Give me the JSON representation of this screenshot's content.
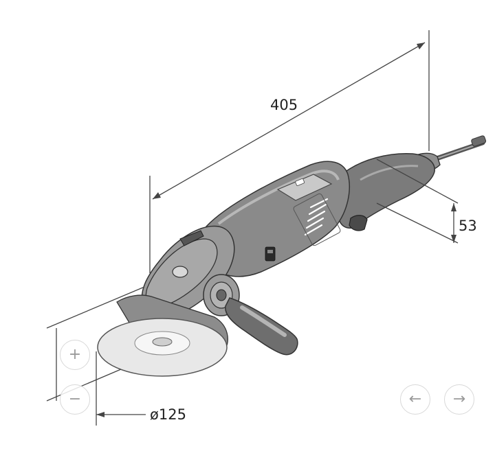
{
  "dimensions": {
    "length": "405",
    "height": "53",
    "disc_diameter": "ø125"
  },
  "controls": {
    "zoom_in_symbol": "+",
    "zoom_out_symbol": "−",
    "prev_symbol": "←",
    "next_symbol": "→"
  }
}
